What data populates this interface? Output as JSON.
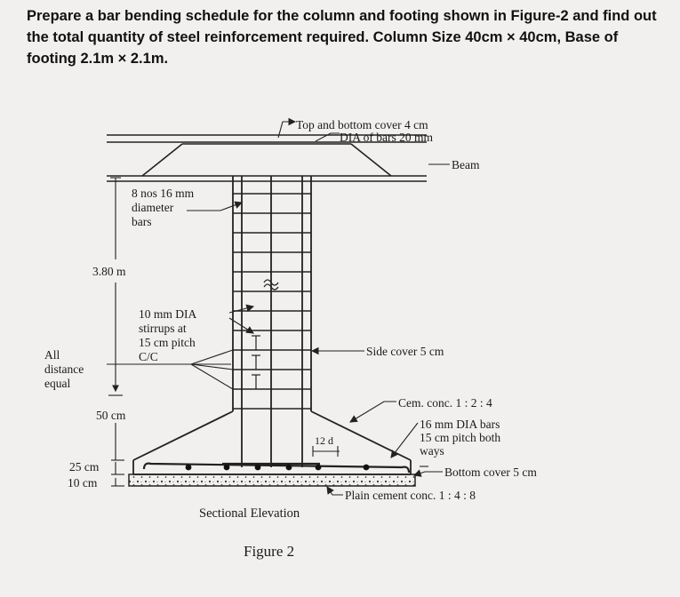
{
  "question": "Prepare a bar bending schedule for the column and footing shown in Figure-2 and find out the total quantity of steel reinforcement required. Column Size 40cm × 40cm, Base of footing 2.1m × 2.1m.",
  "figure": {
    "labels": {
      "top_cover": "Top and bottom cover  4 cm",
      "dia_bars": "DIA of bars  20 mm",
      "beam": "Beam",
      "main_bars_1": "8 nos 16 mm",
      "main_bars_2": "diameter",
      "main_bars_3": "bars",
      "height": "3.80 m",
      "stirrups_1": "10 mm DIA",
      "stirrups_2": "stirrups at",
      "stirrups_3": "15 cm pitch",
      "stirrups_4": "C/C",
      "all_distance_1": "All",
      "all_distance_2": "distance",
      "all_distance_3": "equal",
      "side_cover": "Side cover 5 cm",
      "cem_conc": "Cem. conc. 1 : 2 : 4",
      "footing_bars_1": "16 mm DIA bars",
      "footing_bars_2": "15 cm pitch both",
      "footing_bars_3": "ways",
      "bottom_cover": "Bottom cover 5 cm",
      "plain_conc": "Plain cement conc. 1 : 4 : 8",
      "dim_50": "50 cm",
      "dim_25": "25 cm",
      "dim_10": "10 cm",
      "dim_12d": "12 d",
      "section_caption": "Sectional Elevation",
      "figure_caption": "Figure 2"
    }
  }
}
